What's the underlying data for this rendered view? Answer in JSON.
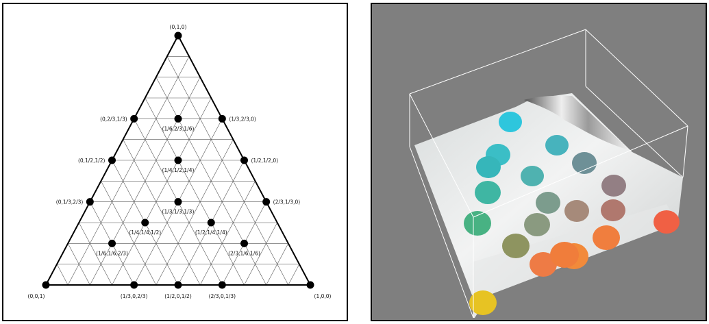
{
  "ternary_diagram": {
    "points": [
      {
        "label": "(0,1,0)",
        "a": 0,
        "b": 1,
        "c": 0
      },
      {
        "label": "(0,2/3,1/3)",
        "a": 0,
        "b": 0.6667,
        "c": 0.3333
      },
      {
        "label": "(1/3,2/3,0)",
        "a": 0.3333,
        "b": 0.6667,
        "c": 0
      },
      {
        "label": "(1/6,2/3,1/6)",
        "a": 0.1667,
        "b": 0.6667,
        "c": 0.1667
      },
      {
        "label": "(0,1/2,1/2)",
        "a": 0,
        "b": 0.5,
        "c": 0.5
      },
      {
        "label": "(1/2,1/2,0)",
        "a": 0.5,
        "b": 0.5,
        "c": 0
      },
      {
        "label": "(1/4,1/2,1/4)",
        "a": 0.25,
        "b": 0.5,
        "c": 0.25
      },
      {
        "label": "(0,1/3,2/3)",
        "a": 0,
        "b": 0.3333,
        "c": 0.6667
      },
      {
        "label": "(2/3,1/3,0)",
        "a": 0.6667,
        "b": 0.3333,
        "c": 0
      },
      {
        "label": "(1/3,1/3,1/3)",
        "a": 0.3333,
        "b": 0.3333,
        "c": 0.3333
      },
      {
        "label": "(1/4,1/4,1/2)",
        "a": 0.25,
        "b": 0.25,
        "c": 0.5
      },
      {
        "label": "(1/2,1/4,1/4)",
        "a": 0.5,
        "b": 0.25,
        "c": 0.25
      },
      {
        "label": "(1/6,1/6,2/3)",
        "a": 0.1667,
        "b": 0.1667,
        "c": 0.6667
      },
      {
        "label": "(2/3,1/6,1/6)",
        "a": 0.6667,
        "b": 0.1667,
        "c": 0.1667
      },
      {
        "label": "(0,0,1)",
        "a": 0,
        "b": 0,
        "c": 1
      },
      {
        "label": "(1/3,0,2/3)",
        "a": 0.3333,
        "b": 0,
        "c": 0.6667
      },
      {
        "label": "(1/2,0,1/2)",
        "a": 0.5,
        "b": 0,
        "c": 0.5
      },
      {
        "label": "(2/3,0,1/3)",
        "a": 0.6667,
        "b": 0,
        "c": 0.3333
      },
      {
        "label": "(1,0,0)",
        "a": 1,
        "b": 0,
        "c": 0
      }
    ]
  },
  "scene_3d": {
    "background_color": "#7f7f7f",
    "box_color": "#ffffff",
    "swatches": [
      {
        "color": "#2ec6dd"
      },
      {
        "color": "#3bbec6"
      },
      {
        "color": "#47b3bd"
      },
      {
        "color": "#6e9097"
      },
      {
        "color": "#36b6ba"
      },
      {
        "color": "#4fb2b0"
      },
      {
        "color": "#937f84"
      },
      {
        "color": "#3fb6a3"
      },
      {
        "color": "#7c9c8d"
      },
      {
        "color": "#a68a7a"
      },
      {
        "color": "#b0786e"
      },
      {
        "color": "#48b283"
      },
      {
        "color": "#8a9a80"
      },
      {
        "color": "#f06044"
      },
      {
        "color": "#8e9460"
      },
      {
        "color": "#ee7b45"
      },
      {
        "color": "#f07e3e"
      },
      {
        "color": "#f28a3a"
      },
      {
        "color": "#f07d3b"
      },
      {
        "color": "#e7c323"
      }
    ]
  }
}
